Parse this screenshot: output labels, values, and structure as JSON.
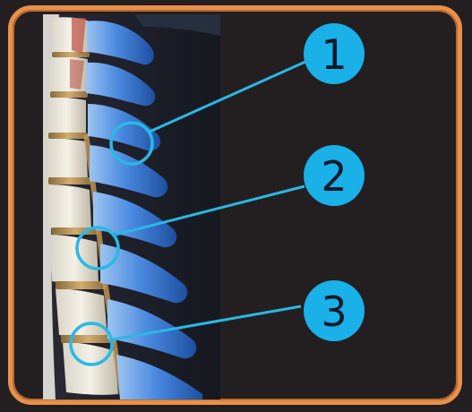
{
  "labels": [
    {
      "number": "1"
    },
    {
      "number": "2"
    },
    {
      "number": "3"
    }
  ],
  "colors": {
    "background": "#231f20",
    "frame_border": "#e8904a",
    "marker_fill": "#1ab0e8",
    "connector_line": "#2ab8e6",
    "vertebra_blue": "#3d7fd6",
    "disc_tan": "#c9a46a"
  }
}
